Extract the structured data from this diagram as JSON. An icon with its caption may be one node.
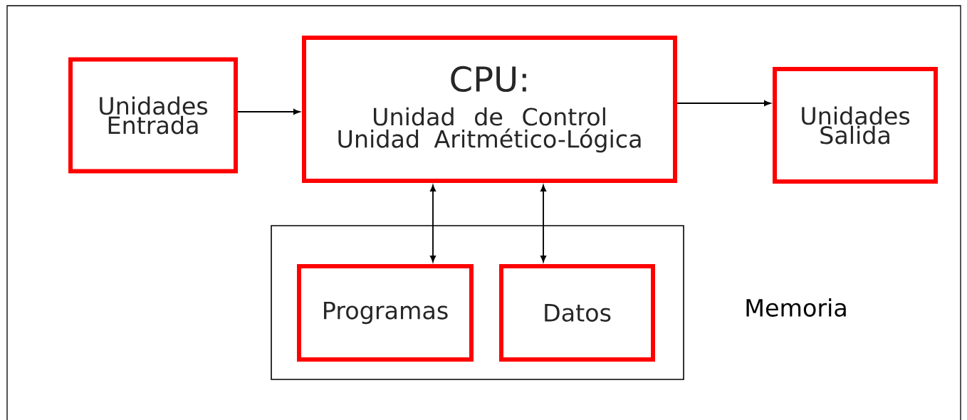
{
  "diagram": {
    "nodes": [
      {
        "text": [
          "Unidades Entrada"
        ]
      },
      {
        "text": [
          "CPU:",
          "Unidad de Control",
          "Unidad Aritmético-Lógica"
        ]
      },
      {
        "text": [
          "Unidades Salida"
        ]
      },
      {
        "text": [
          "Memoria"
        ]
      },
      {
        "text": [
          "Programas"
        ],
        "in": 3
      },
      {
        "text": [
          "Datos"
        ],
        "in": 3
      }
    ],
    "edges": [
      {
        "from": 0,
        "to": 1,
        "arrow": "to"
      },
      {
        "from": 1,
        "to": 2,
        "arrow": "to"
      },
      {
        "from": 1,
        "to": 4,
        "arrow": "both"
      },
      {
        "from": 1,
        "to": 5,
        "arrow": "both"
      }
    ]
  }
}
